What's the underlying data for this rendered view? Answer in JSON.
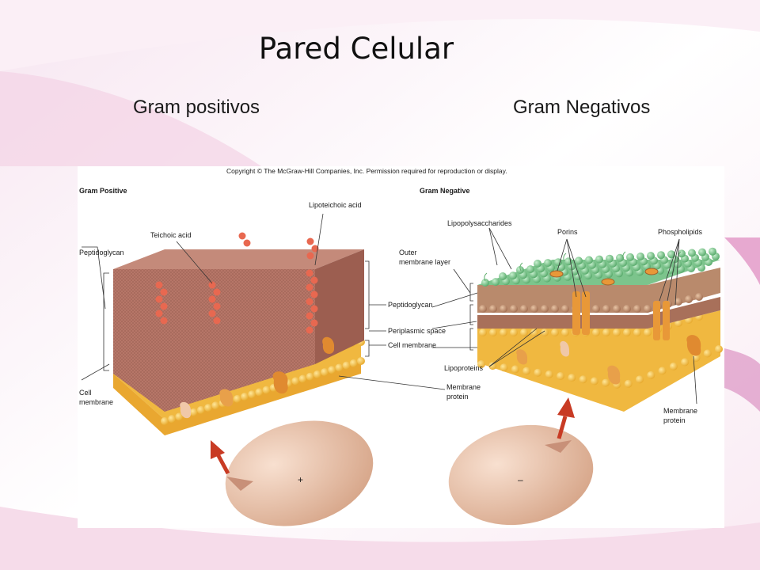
{
  "slide": {
    "title": "Pared Celular",
    "subtitle_left": "Gram positivos",
    "subtitle_right": "Gram Negativos"
  },
  "figure": {
    "copyright": "Copyright © The McGraw-Hill Companies, Inc. Permission required for reproduction or display.",
    "gram_positive": {
      "heading": "Gram Positive",
      "labels": {
        "lipoteichoic_acid": "Lipoteichoic acid",
        "teichoic_acid": "Teichoic acid",
        "peptidoglycan": "Peptidoglycan",
        "cell_membrane_1": "Cell",
        "cell_membrane_2": "membrane"
      },
      "cell_sign": "+"
    },
    "gram_negative": {
      "heading": "Gram Negative",
      "labels": {
        "lipopolysaccharides": "Lipopolysaccharides",
        "porins": "Porins",
        "phospholipids": "Phospholipids",
        "outer_membrane_1": "Outer",
        "outer_membrane_2": "membrane layer",
        "lipoproteins": "Lipoproteins",
        "membrane_protein_1": "Membrane",
        "membrane_protein_2": "protein"
      },
      "cell_sign": "–"
    },
    "shared_labels": {
      "peptidoglycan": "Peptidoglycan",
      "periplasmic_space": "Periplasmic space",
      "cell_membrane": "Cell membrane",
      "membrane_protein_1": "Membrane",
      "membrane_protein_2": "protein"
    }
  },
  "colors": {
    "background_accent": "#e8b4d4",
    "peptidoglycan": "#b07060",
    "membrane": "#f2c23c",
    "outer_membrane": "#7cc48c",
    "cell": "#e8c0a4",
    "teichoic": "#e86850",
    "protein": "#e89838",
    "arrow": "#cc3322"
  }
}
